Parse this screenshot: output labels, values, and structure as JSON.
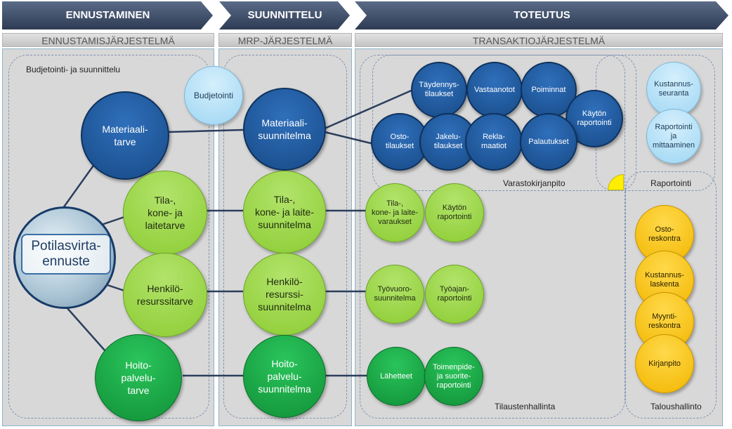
{
  "phases": {
    "forecasting": "ENNUSTAMINEN",
    "planning": "SUUNNITTELU",
    "execution": "TOTEUTUS"
  },
  "systems": {
    "forecasting": "ENNUSTAMISJÄRJESTELMÄ",
    "mrp": "MRP-JÄRJESTELMÄ",
    "transaction": "TRANSAKTIOJÄRJESTELMÄ"
  },
  "areas": {
    "budgeting_planning": "Budjetointi- ja suunnittelu",
    "inventory": "Varastokirjanpito",
    "reporting": "Raportointi",
    "order_management": "Tilaustenhallinta",
    "financial": "Taloushallinto"
  },
  "nodes": {
    "budgeting": "Budjetointi",
    "patient_forecast": "Potilasvirta-\nennuste",
    "material_need": "Materiaali-\ntarve",
    "facility_need": "Tila-,\nkone- ja\nlaitetarve",
    "staff_need": "Henkilö-\nresurssitarve",
    "care_need": "Hoito-\npalvelu-\ntarve",
    "material_plan": "Materiaali-\nsuunnitelma",
    "facility_plan": "Tila-,\nkone- ja laite-\nsuunnitelma",
    "staff_plan": "Henkilö-\nresurssi-\nsuunnitelma",
    "care_plan": "Hoito-\npalvelu-\nsuunnitelma",
    "replenishment": "Täydennys-\ntilaukset",
    "receipts": "Vastaanotot",
    "picking": "Poiminnat",
    "usage_reporting": "Käytön\nraportointi",
    "purchase_orders": "Osto-\ntilaukset",
    "distribution_orders": "Jakelu-\ntilaukset",
    "complaints": "Rekla-\nmaatiot",
    "returns": "Palautukset",
    "facility_reservations": "Tila-,\nkone- ja laite-\nvaraukset",
    "facility_usage_reporting": "Käytön\nraportointi",
    "shift_plan": "Työvuoro-\nsuunnitelma",
    "worktime_reporting": "Työajan-\nraportointi",
    "referrals": "Lähetteet",
    "procedure_reporting": "Toimenpide-\nja suorite-\nraportointi",
    "cost_monitoring": "Kustannus-\nseuranta",
    "reporting_measuring": "Raportointi\nja\nmittaaminen",
    "accounts_payable": "Osto-\nreskontra",
    "cost_accounting": "Kustannus-\nlaskenta",
    "accounts_receivable": "Myynti-\nreskontra",
    "bookkeeping": "Kirjanpito"
  },
  "colors": {
    "header_arrow": "#3f4f6b",
    "dark_blue": "#1f5ca3",
    "light_blue": "#b7e3f8",
    "light_green": "#9ed546",
    "dark_green": "#18a545",
    "yellow": "#ffcc1a",
    "panel": "#d8d8d8"
  }
}
